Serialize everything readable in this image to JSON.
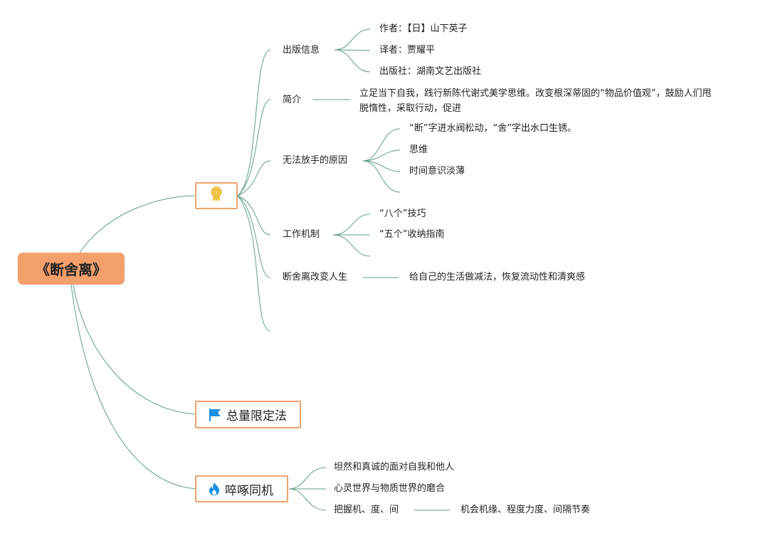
{
  "root": {
    "title": "《断舍离》"
  },
  "branch_award": {
    "icon": "award-ribbon-icon",
    "children": {
      "publish_info": {
        "label": "出版信息",
        "items": [
          "作者：【日】山下英子",
          "译者：贾耀平",
          "出版社：湖南文艺出版社"
        ]
      },
      "intro": {
        "label": "简介",
        "text": "立足当下自我，践行新陈代谢式美学思维。改变根深蒂固的“物品价值观”，鼓励人们甩脱惰性，采取行动，促进"
      },
      "reasons": {
        "label": "无法放手的原因",
        "items": [
          "“断”字进水阀松动，“舍”字出水口生锈。",
          "思维",
          "时间意识淡薄"
        ]
      },
      "mechanism": {
        "label": "工作机制",
        "items": [
          "“八个”技巧",
          "“五个”收纳指南"
        ]
      },
      "change_life": {
        "label": "断舍离改变人生",
        "text": "给自己的生活做减法，恢复流动性和清爽感"
      }
    }
  },
  "branch_limit": {
    "icon": "blue-flag-icon",
    "label": "总量限定法"
  },
  "branch_timing": {
    "icon": "fire-icon",
    "label": "啐啄同机",
    "items": [
      "坦然和真诚的面对自我和他人",
      "心灵世界与物质世界的磨合",
      "把握机、度、间"
    ],
    "sub": "机会机缘、程度力度、间隔节奏"
  },
  "colors": {
    "line": "#5e9e86",
    "root_fill": "#f4a06c",
    "box_border": "#f0a36e",
    "flag": "#1a8fe6",
    "fire": "#1a8fe6"
  }
}
